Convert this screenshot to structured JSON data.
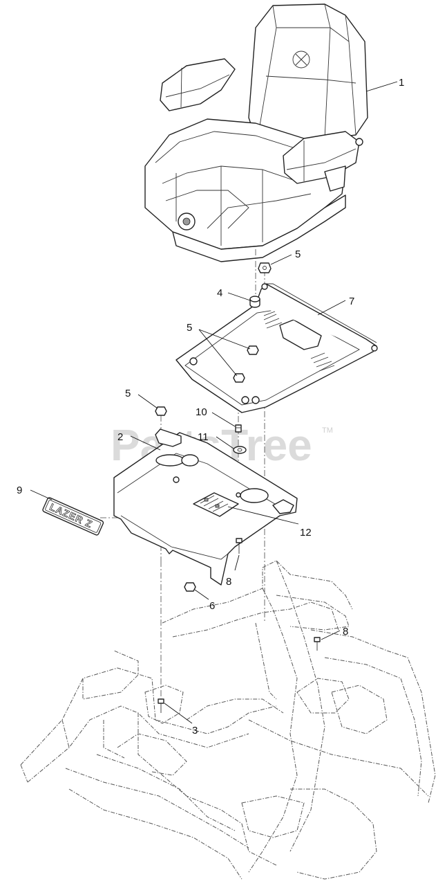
{
  "watermark": {
    "text": "PartsTree",
    "trademark": "TM"
  },
  "badge": {
    "text": "LAZER Z"
  },
  "callouts": [
    {
      "id": "c1",
      "label": "1"
    },
    {
      "id": "c5a",
      "label": "5"
    },
    {
      "id": "c4",
      "label": "4"
    },
    {
      "id": "c7",
      "label": "7"
    },
    {
      "id": "c5b",
      "label": "5"
    },
    {
      "id": "c5c",
      "label": "5"
    },
    {
      "id": "c10",
      "label": "10"
    },
    {
      "id": "c2",
      "label": "2"
    },
    {
      "id": "c11",
      "label": "11"
    },
    {
      "id": "c9",
      "label": "9"
    },
    {
      "id": "c12",
      "label": "12"
    },
    {
      "id": "c8a",
      "label": "8"
    },
    {
      "id": "c6",
      "label": "6"
    },
    {
      "id": "c8b",
      "label": "8"
    },
    {
      "id": "c3",
      "label": "3"
    }
  ]
}
